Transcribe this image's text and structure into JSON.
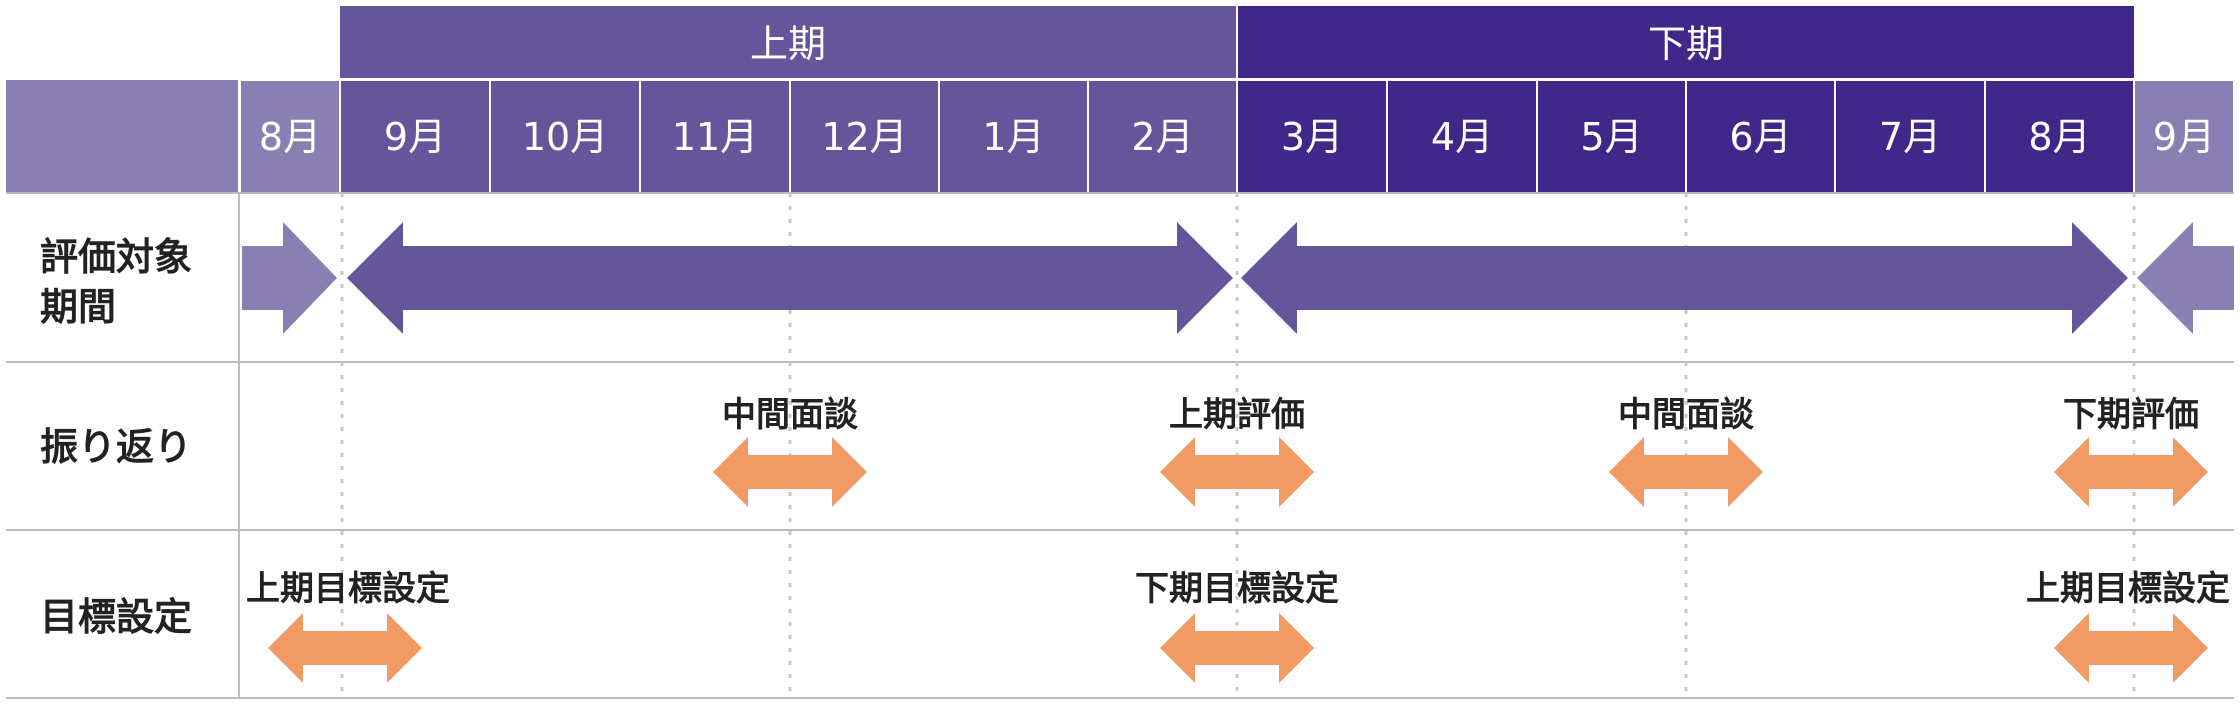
{
  "periods": {
    "first_half": "上期",
    "second_half": "下期"
  },
  "months": [
    "8月",
    "9月",
    "10月",
    "11月",
    "12月",
    "1月",
    "2月",
    "3月",
    "4月",
    "5月",
    "6月",
    "7月",
    "8月",
    "9月"
  ],
  "rows": {
    "evaluation_period": {
      "label_line1": "評価対象",
      "label_line2": "期間"
    },
    "review": {
      "label": "振り返り"
    },
    "goal_setting": {
      "label": "目標設定"
    }
  },
  "events": {
    "review_mid_1": "中間面談",
    "review_first_eval": "上期評価",
    "review_mid_2": "中間面談",
    "review_second_eval": "下期評価",
    "goal_first_1": "上期目標設定",
    "goal_second": "下期目標設定",
    "goal_first_2": "上期目標設定"
  },
  "colors": {
    "first_half_header": "#65569B",
    "second_half_header": "#40278A",
    "outer_month": "#8A7FB3",
    "corner_header": "#8A7FB3",
    "period_arrow": "#65569B",
    "edge_arrow": "#8A7FB3",
    "event_arrow": "#F19A64",
    "grid_line": "#BBBBBB",
    "guide_line": "#C8C8C8",
    "row_label_text": "#222222"
  }
}
